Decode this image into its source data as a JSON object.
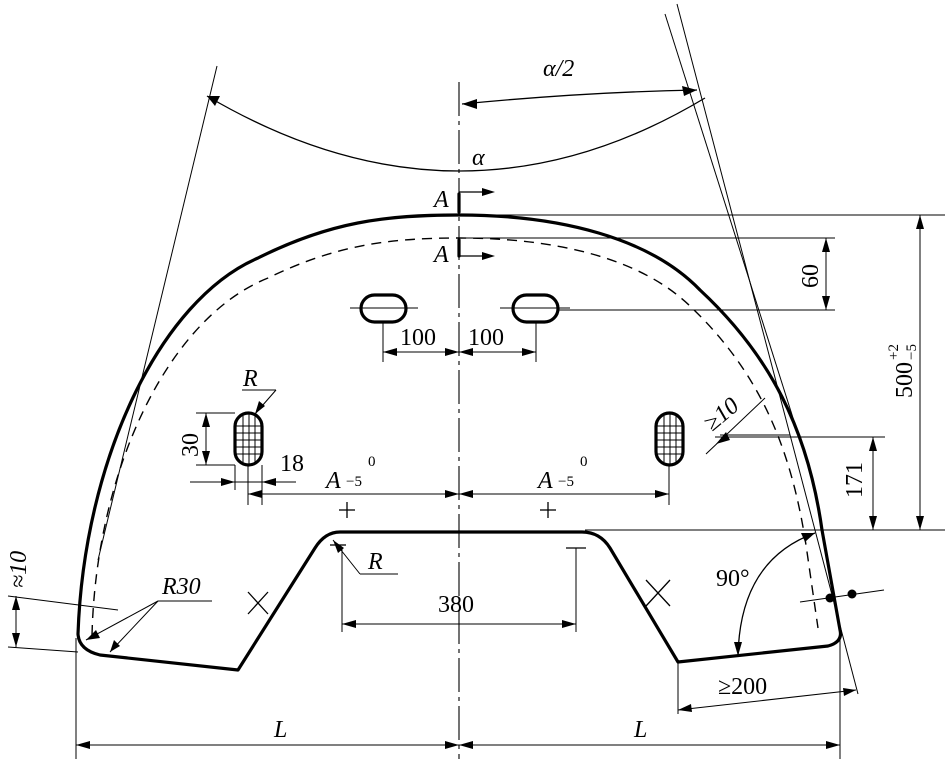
{
  "angles": {
    "half_angle": "α/2",
    "full_angle": "α"
  },
  "section": {
    "top": "A",
    "bottom": "A"
  },
  "dims": {
    "d60": "60",
    "d100_left": "100",
    "d100_right": "100",
    "height_base": "500",
    "height_sup": "+2",
    "height_sub": "−5",
    "d171": "171",
    "ge10": "≥10",
    "r_top": "R",
    "d30": "30",
    "d18": "18",
    "a_left": "A",
    "a_left_sup": "0",
    "a_left_sub": "−5",
    "a_right": "A",
    "a_right_sup": "0",
    "a_right_sub": "−5",
    "r_notch": "R",
    "d380": "380",
    "r30": "R30",
    "approx10": "≈10",
    "angle90": "90°",
    "ge200": "≥200",
    "l_left": "L",
    "l_right": "L"
  }
}
